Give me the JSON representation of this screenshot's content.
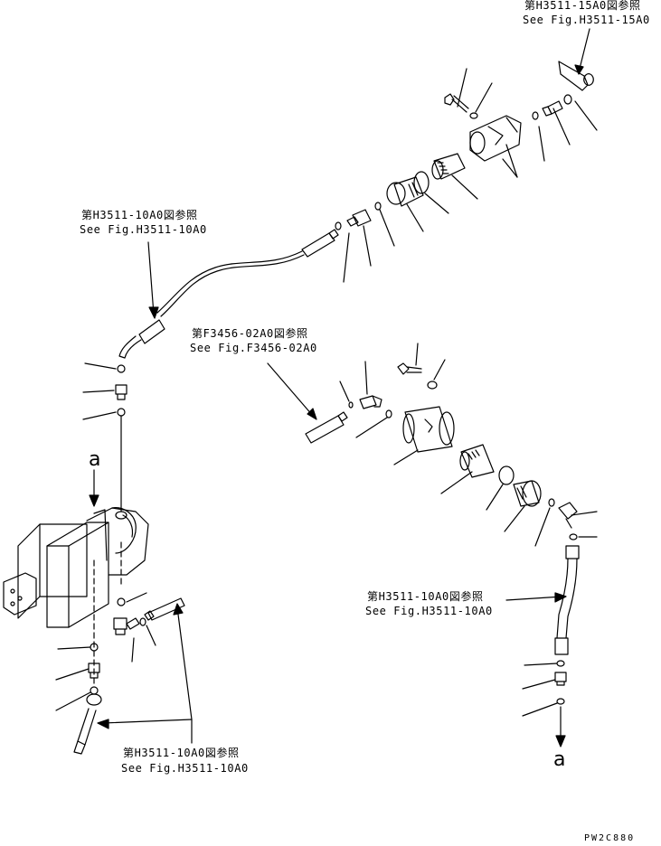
{
  "references": {
    "top_right": {
      "jp": "第H3511-15A0図参照",
      "en": "See Fig.H3511-15A0"
    },
    "upper_left": {
      "jp": "第H3511-10A0図参照",
      "en": "See Fig.H3511-10A0"
    },
    "middle": {
      "jp": "第F3456-02A0図参照",
      "en": "See Fig.F3456-02A0"
    },
    "right_hose": {
      "jp": "第H3511-10A0図参照",
      "en": "See Fig.H3511-10A0"
    },
    "bottom": {
      "jp": "第H3511-10A0図参照",
      "en": "See Fig.H3511-10A0"
    }
  },
  "marks": {
    "connection_left": "a",
    "connection_right": "a"
  },
  "drawing_code": "PW2C880"
}
